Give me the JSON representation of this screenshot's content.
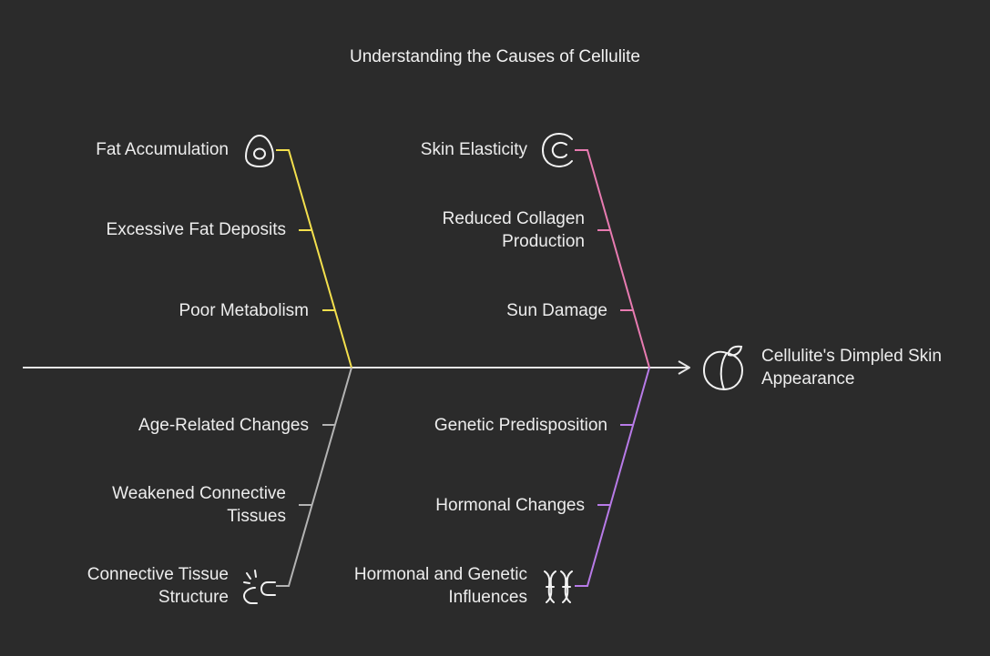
{
  "title": "Understanding the Causes of Cellulite",
  "effect": {
    "lines": [
      "Cellulite's Dimpled Skin",
      "Appearance"
    ],
    "icon": "peach-icon"
  },
  "categories": [
    {
      "id": "fat",
      "name": "Fat Accumulation",
      "icon": "egg-icon",
      "color": "#f4e04d",
      "causes": [
        {
          "lines": [
            "Excessive Fat Deposits"
          ]
        },
        {
          "lines": [
            "Poor Metabolism"
          ]
        }
      ]
    },
    {
      "id": "skin",
      "name": "Skin Elasticity",
      "icon": "elastic-band-icon",
      "color": "#e87bb1",
      "causes": [
        {
          "lines": [
            "Reduced Collagen",
            "Production"
          ]
        },
        {
          "lines": [
            "Sun Damage"
          ]
        }
      ]
    },
    {
      "id": "tissue",
      "name_lines": [
        "Connective Tissue",
        "Structure"
      ],
      "icon": "broken-link-icon",
      "color": "#b3b3b3",
      "causes": [
        {
          "lines": [
            "Age-Related Changes"
          ]
        },
        {
          "lines": [
            "Weakened Connective",
            "Tissues"
          ]
        }
      ]
    },
    {
      "id": "hormone",
      "name_lines": [
        "Hormonal and Genetic",
        "Influences"
      ],
      "icon": "dna-icon",
      "color": "#b87be8",
      "causes": [
        {
          "lines": [
            "Genetic Predisposition"
          ]
        },
        {
          "lines": [
            "Hormonal Changes"
          ]
        }
      ]
    }
  ]
}
